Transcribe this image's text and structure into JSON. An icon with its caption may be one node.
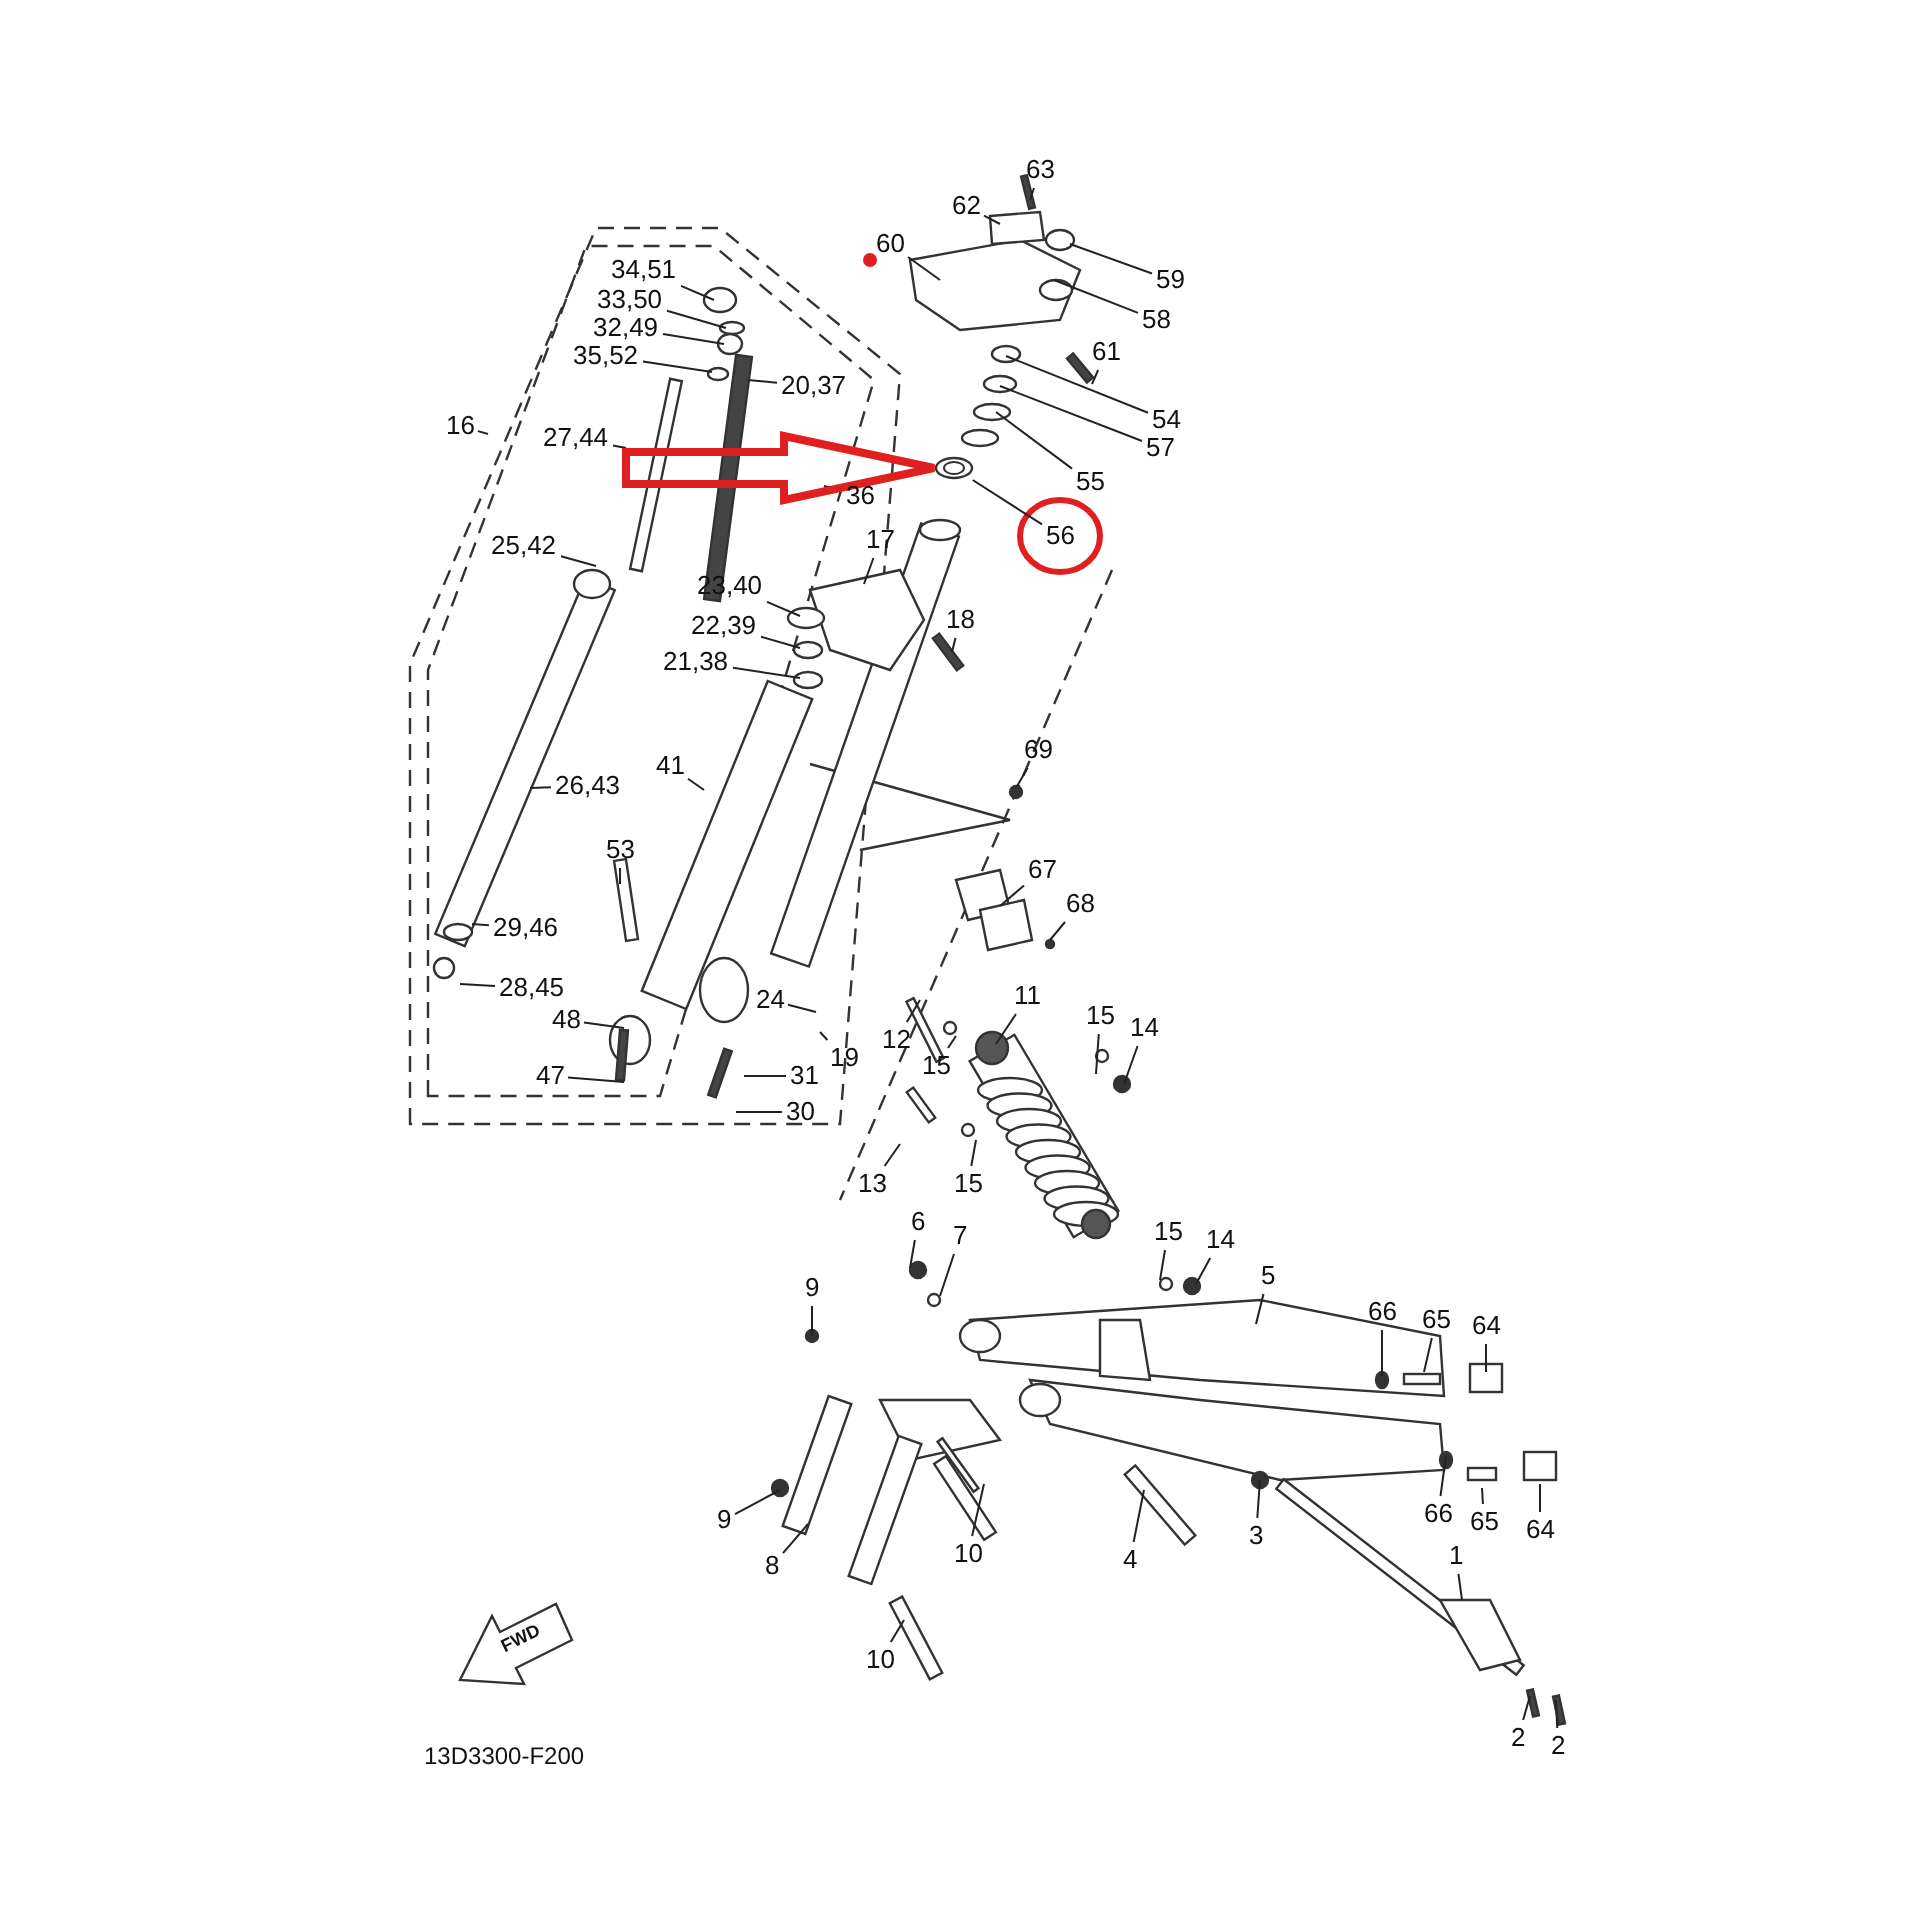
{
  "diagram": {
    "nodes": [
      {
        "text": [
          "63"
        ]
      },
      {
        "text": [
          "62"
        ]
      },
      {
        "text": [
          "60"
        ]
      },
      {
        "text": [
          "59"
        ]
      },
      {
        "text": [
          "58"
        ]
      },
      {
        "text": [
          "61"
        ]
      },
      {
        "text": [
          "54"
        ]
      },
      {
        "text": [
          "57"
        ]
      },
      {
        "text": [
          "55"
        ]
      },
      {
        "text": [
          "36"
        ]
      },
      {
        "text": [
          "56"
        ]
      },
      {
        "text": [
          "34,51"
        ]
      },
      {
        "text": [
          "33,50"
        ]
      },
      {
        "text": [
          "32,49"
        ]
      },
      {
        "text": [
          "35,52"
        ]
      },
      {
        "text": [
          "20,37"
        ]
      },
      {
        "text": [
          "16"
        ]
      },
      {
        "text": [
          "27,44"
        ]
      },
      {
        "text": [
          "25,42"
        ]
      },
      {
        "text": [
          "17"
        ]
      },
      {
        "text": [
          "23,40"
        ]
      },
      {
        "text": [
          "22,39"
        ]
      },
      {
        "text": [
          "21,38"
        ]
      },
      {
        "text": [
          "18"
        ]
      },
      {
        "text": [
          "41"
        ]
      },
      {
        "text": [
          "26,43"
        ]
      },
      {
        "text": [
          "69"
        ]
      },
      {
        "text": [
          "53"
        ]
      },
      {
        "text": [
          "67"
        ]
      },
      {
        "text": [
          "68"
        ]
      },
      {
        "text": [
          "29,46"
        ]
      },
      {
        "text": [
          "28,45"
        ]
      },
      {
        "text": [
          "24"
        ]
      },
      {
        "text": [
          "11"
        ]
      },
      {
        "text": [
          "15"
        ]
      },
      {
        "text": [
          "14"
        ]
      },
      {
        "text": [
          "12"
        ]
      },
      {
        "text": [
          "15"
        ]
      },
      {
        "text": [
          "48"
        ]
      },
      {
        "text": [
          "19"
        ]
      },
      {
        "text": [
          "31"
        ]
      },
      {
        "text": [
          "47"
        ]
      },
      {
        "text": [
          "30"
        ]
      },
      {
        "text": [
          "13"
        ]
      },
      {
        "text": [
          "15"
        ]
      },
      {
        "text": [
          "6"
        ]
      },
      {
        "text": [
          "7"
        ]
      },
      {
        "text": [
          "15"
        ]
      },
      {
        "text": [
          "14"
        ]
      },
      {
        "text": [
          "5"
        ]
      },
      {
        "text": [
          "9"
        ]
      },
      {
        "text": [
          "66"
        ]
      },
      {
        "text": [
          "65"
        ]
      },
      {
        "text": [
          "64"
        ]
      },
      {
        "text": [
          "3"
        ]
      },
      {
        "text": [
          "66"
        ]
      },
      {
        "text": [
          "65"
        ]
      },
      {
        "text": [
          "64"
        ]
      },
      {
        "text": [
          "9"
        ]
      },
      {
        "text": [
          "8"
        ]
      },
      {
        "text": [
          "10"
        ]
      },
      {
        "text": [
          "4"
        ]
      },
      {
        "text": [
          "1"
        ]
      },
      {
        "text": [
          "10"
        ]
      },
      {
        "text": [
          "2"
        ]
      },
      {
        "text": [
          "2"
        ]
      },
      {
        "text": [],
        "shape": "circle"
      }
    ],
    "edges": [
      {
        "from": 0,
        "to": null,
        "arrow": "none"
      },
      {
        "from": 1,
        "to": null,
        "arrow": "none"
      },
      {
        "from": 2,
        "to": null,
        "arrow": "none"
      },
      {
        "from": 3,
        "to": null,
        "arrow": "none"
      },
      {
        "from": 4,
        "to": null,
        "arrow": "none"
      },
      {
        "from": 5,
        "to": null,
        "arrow": "none"
      },
      {
        "from": 6,
        "to": null,
        "arrow": "none"
      },
      {
        "from": 7,
        "to": null,
        "arrow": "none"
      },
      {
        "from": 8,
        "to": null,
        "arrow": "none"
      },
      {
        "from": 9,
        "to": null,
        "arrow": "none"
      },
      {
        "from": 10,
        "to": 66,
        "arrow": "none"
      },
      {
        "from": 11,
        "to": null,
        "arrow": "none"
      },
      {
        "from": 12,
        "to": null,
        "arrow": "none"
      },
      {
        "from": 13,
        "to": null,
        "arrow": "none"
      },
      {
        "from": 14,
        "to": null,
        "arrow": "none"
      },
      {
        "from": 15,
        "to": null,
        "arrow": "none"
      },
      {
        "from": 16,
        "to": null,
        "arrow": "none"
      },
      {
        "from": 17,
        "to": null,
        "arrow": "none"
      },
      {
        "from": 18,
        "to": null,
        "arrow": "none"
      },
      {
        "from": 19,
        "to": null,
        "arrow": "none"
      },
      {
        "from": 20,
        "to": null,
        "arrow": "none"
      },
      {
        "from": 21,
        "to": null,
        "arrow": "none"
      },
      {
        "from": 22,
        "to": null,
        "arrow": "none"
      },
      {
        "from": 23,
        "to": null,
        "arrow": "none"
      },
      {
        "from": 24,
        "to": null,
        "arrow": "none"
      },
      {
        "from": 25,
        "to": null,
        "arrow": "none"
      },
      {
        "from": 26,
        "to": null,
        "arrow": "none"
      },
      {
        "from": 27,
        "to": null,
        "arrow": "none"
      },
      {
        "from": 28,
        "to": null,
        "arrow": "none"
      },
      {
        "from": 29,
        "to": null,
        "arrow": "none"
      },
      {
        "from": 30,
        "to": null,
        "arrow": "none"
      },
      {
        "from": 31,
        "to": null,
        "arrow": "none"
      },
      {
        "from": 32,
        "to": null,
        "arrow": "none"
      },
      {
        "from": 33,
        "to": null,
        "arrow": "none"
      },
      {
        "from": 34,
        "to": null,
        "arrow": "none"
      },
      {
        "from": 35,
        "to": null,
        "arrow": "none"
      },
      {
        "from": 36,
        "to": null,
        "arrow": "none"
      },
      {
        "from": 37,
        "to": null,
        "arrow": "none"
      },
      {
        "from": 38,
        "to": null,
        "arrow": "none"
      },
      {
        "from": 39,
        "to": null,
        "arrow": "none"
      },
      {
        "from": 40,
        "to": null,
        "arrow": "none"
      },
      {
        "from": 41,
        "to": null,
        "arrow": "none"
      },
      {
        "from": 42,
        "to": null,
        "arrow": "none"
      },
      {
        "from": 43,
        "to": null,
        "arrow": "none"
      },
      {
        "from": 44,
        "to": null,
        "arrow": "none"
      },
      {
        "from": 45,
        "to": null,
        "arrow": "none"
      },
      {
        "from": 46,
        "to": null,
        "arrow": "none"
      },
      {
        "from": 47,
        "to": null,
        "arrow": "none"
      },
      {
        "from": 48,
        "to": null,
        "arrow": "none"
      },
      {
        "from": 49,
        "to": null,
        "arrow": "none"
      },
      {
        "from": 50,
        "to": null,
        "arrow": "none"
      },
      {
        "from": 51,
        "to": null,
        "arrow": "none"
      },
      {
        "from": 52,
        "to": null,
        "arrow": "none"
      },
      {
        "from": 53,
        "to": null,
        "arrow": "none"
      },
      {
        "from": 54,
        "to": null,
        "arrow": "none"
      },
      {
        "from": 55,
        "to": null,
        "arrow": "none"
      },
      {
        "from": 56,
        "to": null,
        "arrow": "none"
      },
      {
        "from": 57,
        "to": null,
        "arrow": "none"
      },
      {
        "from": 58,
        "to": null,
        "arrow": "none"
      },
      {
        "from": 59,
        "to": null,
        "arrow": "none"
      },
      {
        "from": 60,
        "to": null,
        "arrow": "none"
      },
      {
        "from": 61,
        "to": null,
        "arrow": "none"
      },
      {
        "from": 62,
        "to": null,
        "arrow": "none"
      },
      {
        "from": 63,
        "to": null,
        "arrow": "none"
      },
      {
        "from": 64,
        "to": null,
        "arrow": "none"
      },
      {
        "from": 65,
        "to": null,
        "arrow": "none"
      },
      {
        "from": null,
        "to": 66,
        "arrow": "to",
        "style": "thick",
        "color": "#e02020"
      }
    ],
    "labels": [
      "FWD",
      "13D3300-F200"
    ]
  }
}
